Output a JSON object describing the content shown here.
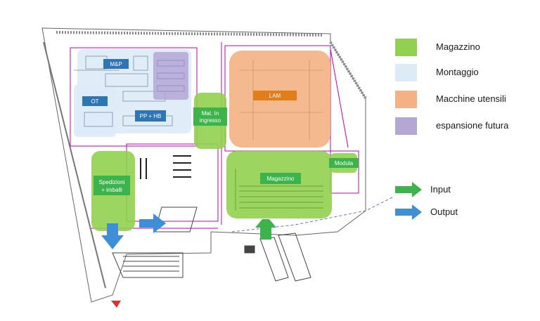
{
  "zones": {
    "mp": "M&P",
    "ot": "OT",
    "pphb": "PP + HB",
    "mat_in_line1": "Mat. In",
    "mat_in_line2": "ingresso",
    "lam": "LAM",
    "magazzino": "Magazzino",
    "modula": "Modula",
    "spedizioni_line1": "Spedizioni",
    "spedizioni_line2": "+ imballi"
  },
  "legend": [
    {
      "label": "Magazzino",
      "color": "#92d050"
    },
    {
      "label": "Montaggio",
      "color": "#ddebf7"
    },
    {
      "label": "Macchine utensili",
      "color": "#f4b183"
    },
    {
      "label": "espansione futura",
      "color": "#b4a7d6"
    }
  ],
  "arrows_legend": [
    {
      "label": "Input",
      "color": "#3cb44b"
    },
    {
      "label": "Output",
      "color": "#3f8fd8"
    }
  ],
  "colors": {
    "magazzino_fill": "#92d050",
    "montaggio_fill": "#ddebf7",
    "macchine_fill": "#f4b183",
    "espansione_fill": "#b4a7d6",
    "label_box_green": "#3cb44b",
    "label_box_blue": "#2e75b6",
    "label_box_orange": "#e27d1c",
    "input_arrow": "#3cb44b",
    "output_arrow": "#3f8fd8",
    "floorplan_lines": "#c000c0"
  }
}
